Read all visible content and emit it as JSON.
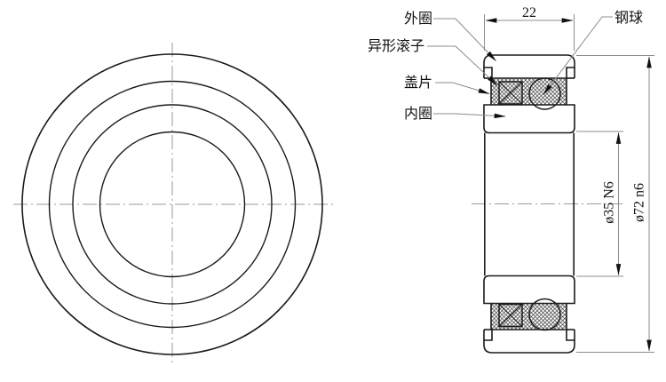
{
  "drawing": {
    "title": "bearing-technical-drawing",
    "labels": {
      "outer_ring": "外圈",
      "special_roller": "异形滚子",
      "shield": "盖片",
      "inner_ring": "内圈",
      "steel_ball": "钢球"
    },
    "dimensions": {
      "width": "22",
      "bore": "ø35 N6",
      "outer_diameter": "ø72 n6"
    },
    "colors": {
      "outline": "#1a1a1a",
      "hatch": "#222222",
      "thin_lines": "#8c8c8c",
      "centerline": "#9a9a9a",
      "background": "#ffffff"
    }
  }
}
